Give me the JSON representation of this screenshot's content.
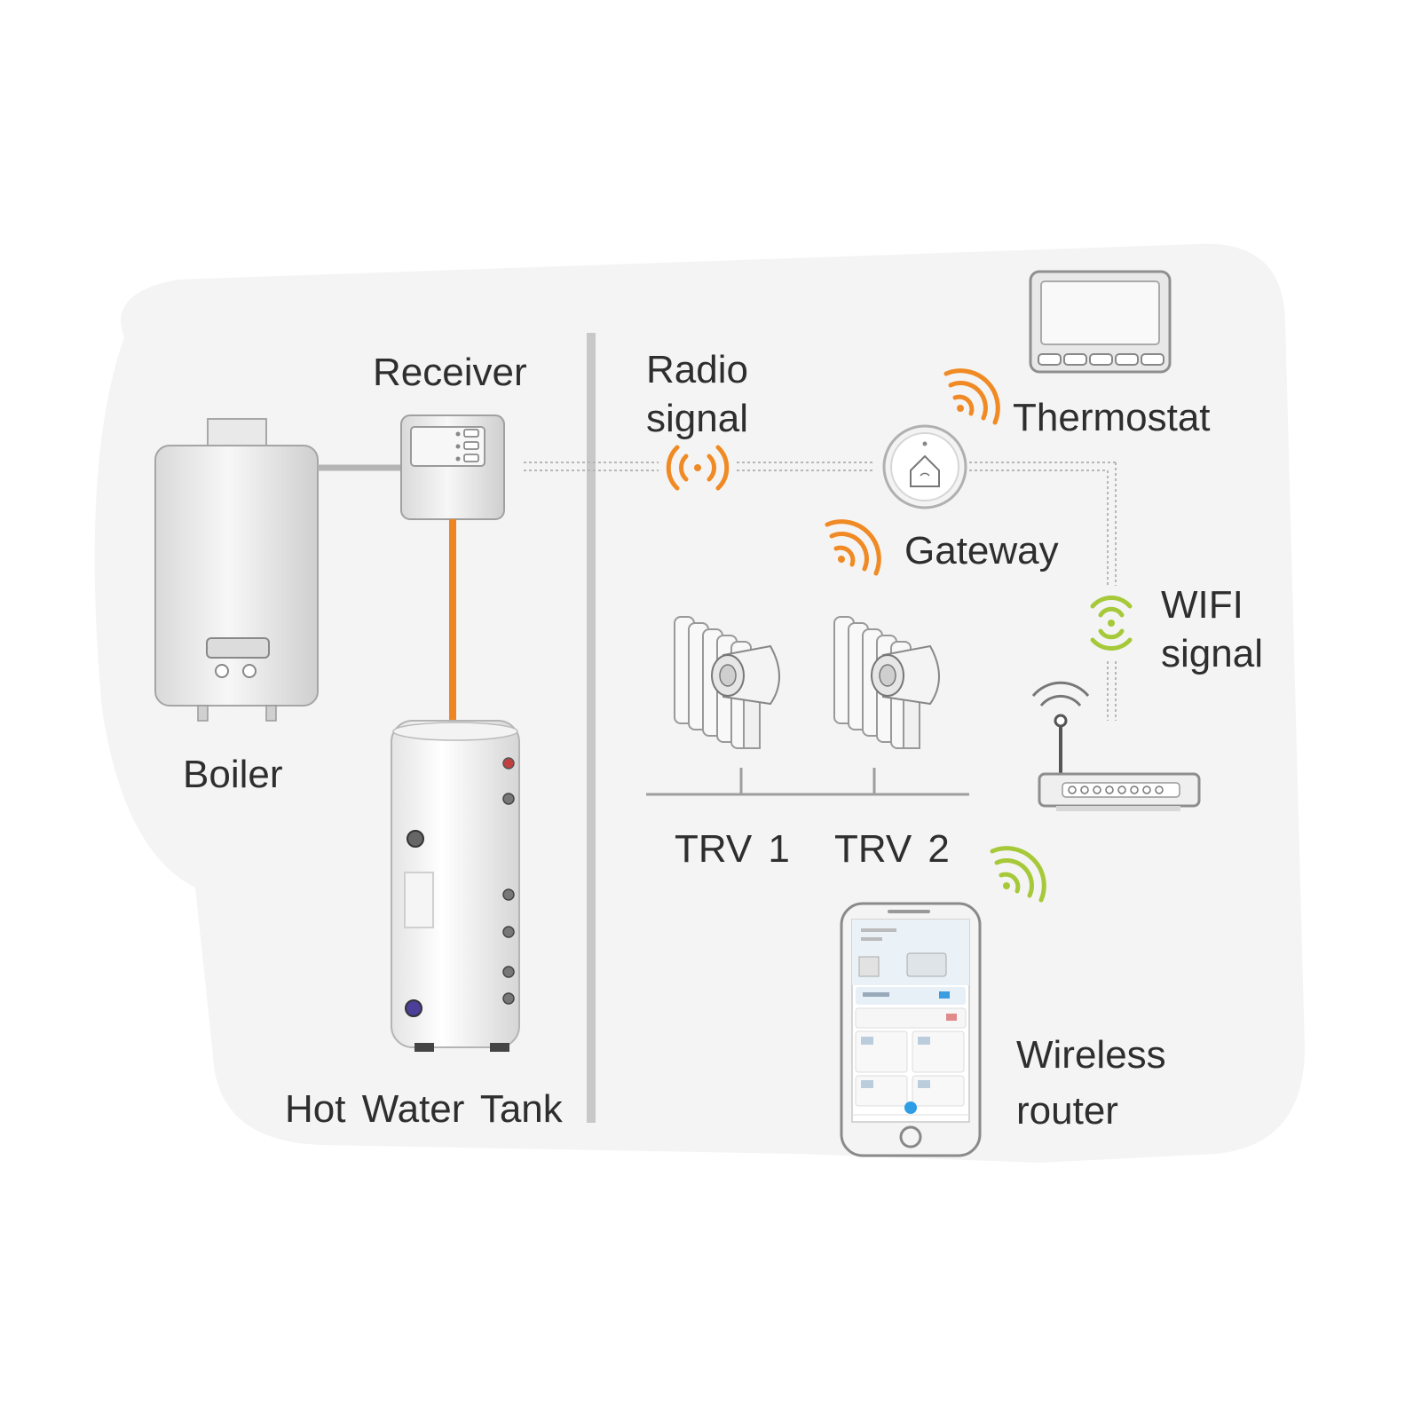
{
  "labels": {
    "receiver": "Receiver",
    "boiler": "Boiler",
    "hot_water_tank": "Hot Water Tank",
    "radio_signal_line1": "Radio",
    "radio_signal_line2": "signal",
    "thermostat": "Thermostat",
    "gateway": "Gateway",
    "wifi_signal_line1": "WIFI",
    "wifi_signal_line2": "signal",
    "trv1": "TRV 1",
    "trv2": "TRV 2",
    "wireless_router_line1": "Wireless",
    "wireless_router_line2": "router"
  },
  "colors": {
    "background": "#ffffff",
    "panel": "#f4f4f4",
    "radio_wave": "#f08a24",
    "wifi_wave": "#a6c93a",
    "orange_pipe": "#ee8522",
    "device_body": "#eeeeee",
    "device_outline": "#9a9a9a",
    "label_text": "#2e2e2e",
    "divider": "#c8c8c8"
  },
  "icons": [
    "boiler-icon",
    "receiver-icon",
    "hot-water-tank-icon",
    "thermostat-icon",
    "gateway-icon",
    "trv-icon",
    "router-icon",
    "smartphone-icon",
    "radio-wave-icon",
    "wifi-wave-icon"
  ]
}
